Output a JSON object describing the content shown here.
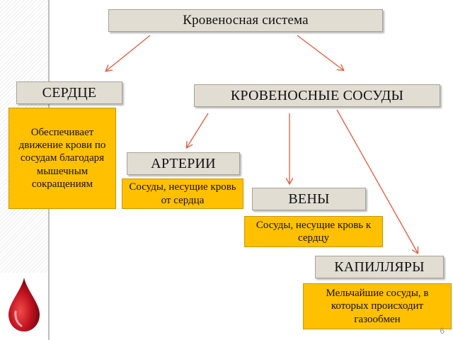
{
  "diagram": {
    "title": "Кровеносная система",
    "heart": {
      "label": "СЕРДЦЕ",
      "description": "Обеспечивает движение крови по сосудам благодаря мышечным сокращениям"
    },
    "vessels": {
      "label": "КРОВЕНОСНЫЕ СОСУДЫ"
    },
    "arteries": {
      "label": "АРТЕРИИ",
      "description": "Сосуды, несущие кровь от сердца"
    },
    "veins": {
      "label": "ВЕНЫ",
      "description": "Сосуды, несущие кровь к сердцу"
    },
    "capillaries": {
      "label": "КАПИЛЛЯРЫ",
      "description": "Мельчайшие сосуды, в которых происходит газообмен"
    },
    "colors": {
      "label_box": "#e1ddd3",
      "description_box": "#ffc000",
      "arrow": "#e05a3c",
      "drop": "#c1121f"
    }
  },
  "slide": {
    "page_number": "6"
  }
}
